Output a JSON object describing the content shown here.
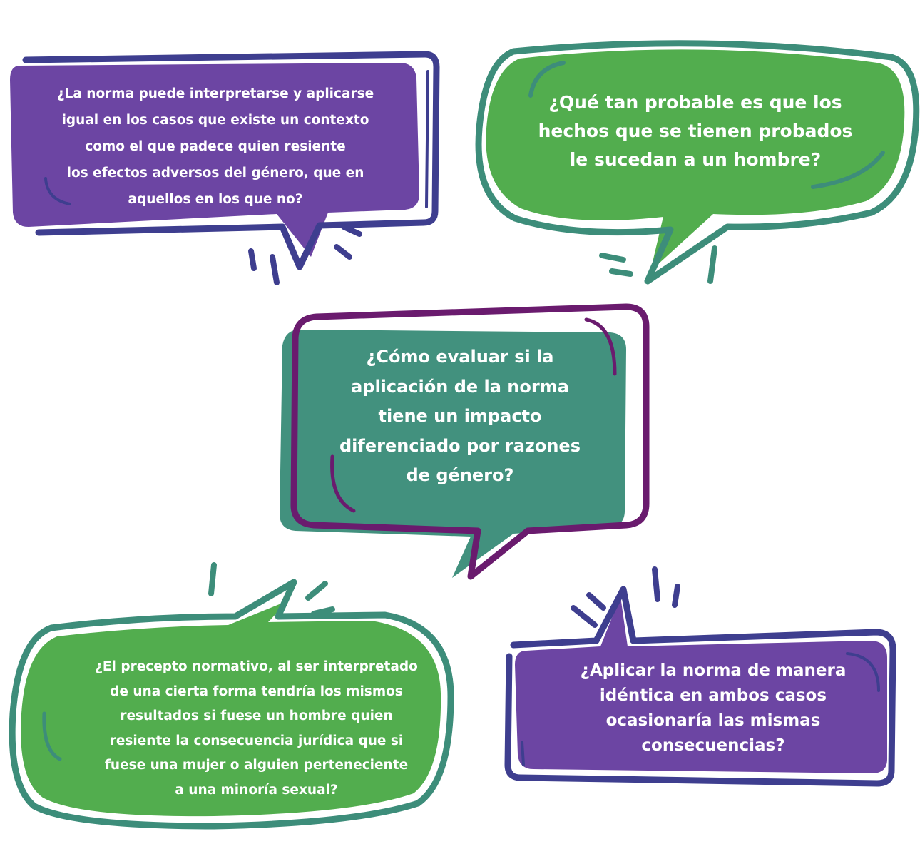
{
  "colors": {
    "purple": "#6C45A3",
    "navy": "#3E3E8F",
    "green": "#52AD4E",
    "teal": "#3D8D7A",
    "teal_fill": "#42917E",
    "dark_purple": "#6A1B6E",
    "text": "#FFFFFF"
  },
  "bubbles": [
    {
      "id": "bubble-top-left",
      "lines": [
        "¿La norma puede interpretarse y aplicarse",
        "igual en los casos que existe un contexto",
        "como el que padece quien resiente",
        "los efectos adversos del género, que en",
        "aquellos en los que no?"
      ]
    },
    {
      "id": "bubble-top-right",
      "lines": [
        "¿Qué tan probable es que los",
        "hechos que se tienen probados",
        "le sucedan a un hombre?"
      ]
    },
    {
      "id": "bubble-center",
      "lines": [
        "¿Cómo evaluar si la",
        "aplicación de la norma",
        "tiene un impacto",
        "diferenciado por razones",
        "de género?"
      ]
    },
    {
      "id": "bubble-bottom-left",
      "lines": [
        "¿El precepto normativo, al ser interpretado",
        "de una cierta forma tendría los mismos",
        "resultados si fuese un hombre quien",
        "resiente la consecuencia jurídica que si",
        "fuese una mujer o alguien perteneciente",
        "a una minoría sexual?"
      ]
    },
    {
      "id": "bubble-bottom-right",
      "lines": [
        "¿Aplicar la norma de manera",
        "idéntica en ambos casos",
        "ocasionaría las mismas",
        "consecuencias?"
      ]
    }
  ]
}
